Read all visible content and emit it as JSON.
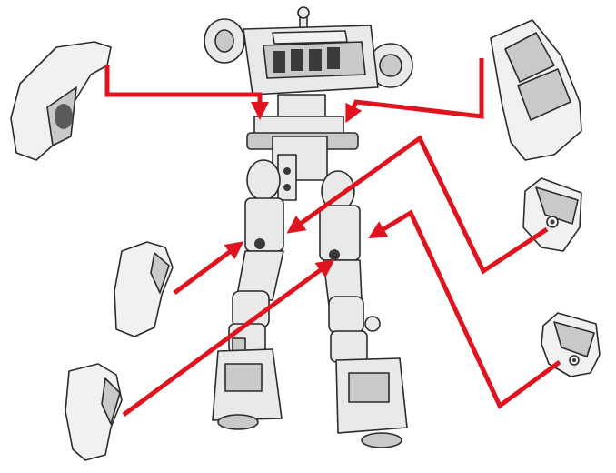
{
  "diagram": {
    "arrow_color": "#e0141e",
    "part_color": "#f1f1f1",
    "outline_color": "#2b2b2b",
    "parts": [
      "robot-frame",
      "left-shoulder-armor",
      "right-shoulder-armor",
      "left-upper-leg-armor",
      "left-lower-leg-armor",
      "right-hip-piece",
      "right-knee-piece"
    ],
    "arrows": [
      "left-shoulder-to-left-hip-arrow",
      "right-shoulder-to-right-hip-arrow",
      "right-hip-piece-to-left-thigh-arrow",
      "right-knee-piece-to-right-thigh-arrow",
      "left-upper-armor-to-left-thigh-arrow",
      "left-lower-armor-to-right-thigh-arrow"
    ]
  }
}
